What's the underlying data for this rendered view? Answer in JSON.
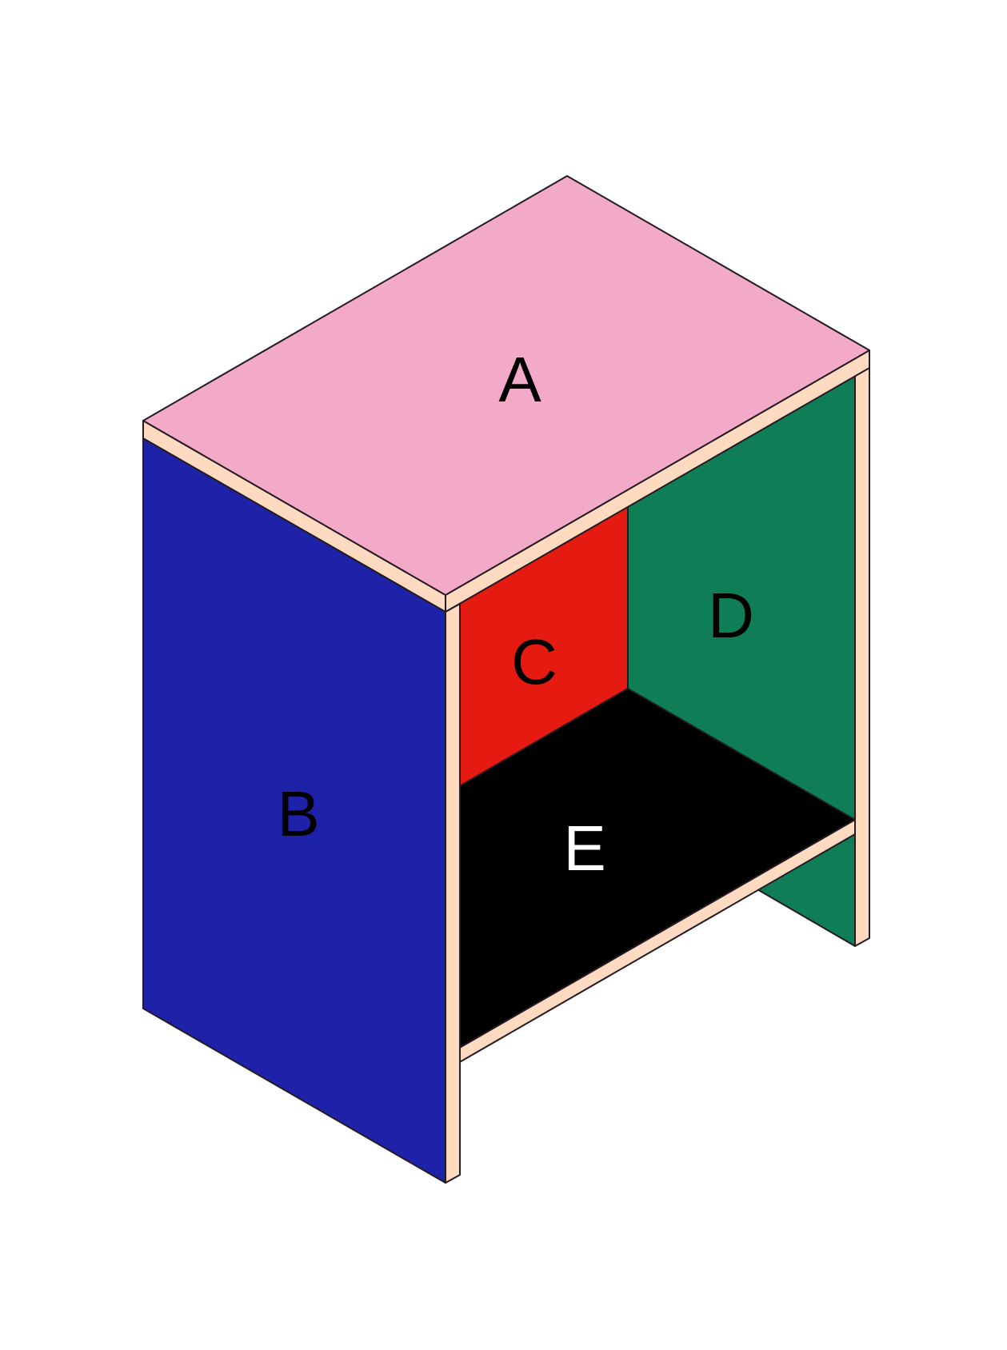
{
  "colors": {
    "panel_a": "#f2aac8",
    "panel_b": "#1e22a8",
    "panel_c": "#e51a10",
    "panel_d": "#0f7d56",
    "panel_e": "#000000",
    "edge_wood": "#fedac0",
    "outline": "#231a22",
    "label_dark": "#000000",
    "label_light": "#ffffff"
  },
  "labels": {
    "a": "A",
    "b": "B",
    "c": "C",
    "d": "D",
    "e": "E"
  }
}
